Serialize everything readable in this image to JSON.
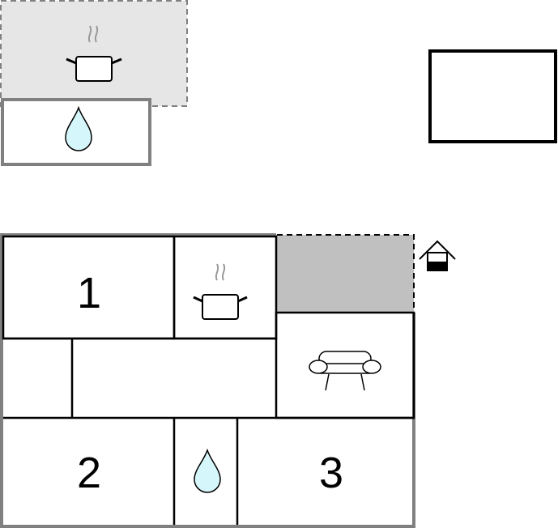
{
  "floorplan": {
    "rooms": [
      {
        "id": "bedroom-1",
        "label": "1"
      },
      {
        "id": "bedroom-2",
        "label": "2"
      },
      {
        "id": "bedroom-3",
        "label": "3"
      }
    ],
    "icons": {
      "kitchen": "cooking-pot-icon",
      "bathroom": "water-drop-icon",
      "living": "sofa-icon",
      "exit": "house-exit-icon"
    },
    "colors": {
      "wall": "#000000",
      "outer_wall": "#808080",
      "terrace_fill": "#e6e6e6",
      "patio_fill": "#c0c0c0",
      "water": "#d5f6fb",
      "steam": "#999999"
    }
  }
}
